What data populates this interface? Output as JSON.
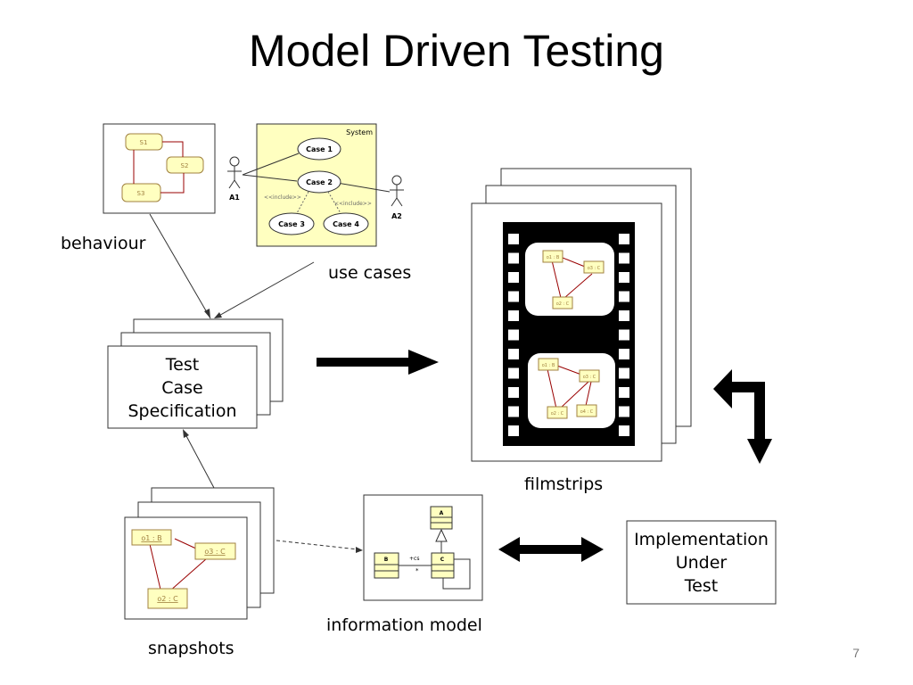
{
  "slide": {
    "title": "Model Driven Testing",
    "page_number": "7"
  },
  "labels": {
    "behaviour": "behaviour",
    "use_cases": "use cases",
    "filmstrips": "filmstrips",
    "snapshots": "snapshots",
    "information_model": "information model"
  },
  "test_case_spec": {
    "line1": "Test",
    "line2": "Case",
    "line3": "Specification"
  },
  "iut": {
    "line1": "Implementation",
    "line2": "Under",
    "line3": "Test"
  },
  "state_machine": {
    "states": [
      "S1",
      "S2",
      "S3"
    ]
  },
  "use_case_diagram": {
    "system_label": "System",
    "actors": [
      "A1",
      "A2"
    ],
    "cases": [
      "Case 1",
      "Case 2",
      "Case 3",
      "Case 4"
    ],
    "include1": "<<include>>",
    "include2": "<<include>>"
  },
  "snapshot_objects": [
    "o1 : B",
    "o3 : C",
    "o2 : C"
  ],
  "frame1_objects": [
    "o1 : B",
    "o3 : C",
    "o2 : C"
  ],
  "frame2_objects": [
    "o1 : B",
    "o3 : C",
    "o2 : C",
    "o4 : C"
  ],
  "class_diagram": {
    "classes": [
      "A",
      "B",
      "C"
    ],
    "role": "+cs",
    "mult": "*"
  },
  "colors": {
    "uml_fill": "#ffffc0",
    "uml_stroke": "#a08040",
    "link": "#990000"
  }
}
